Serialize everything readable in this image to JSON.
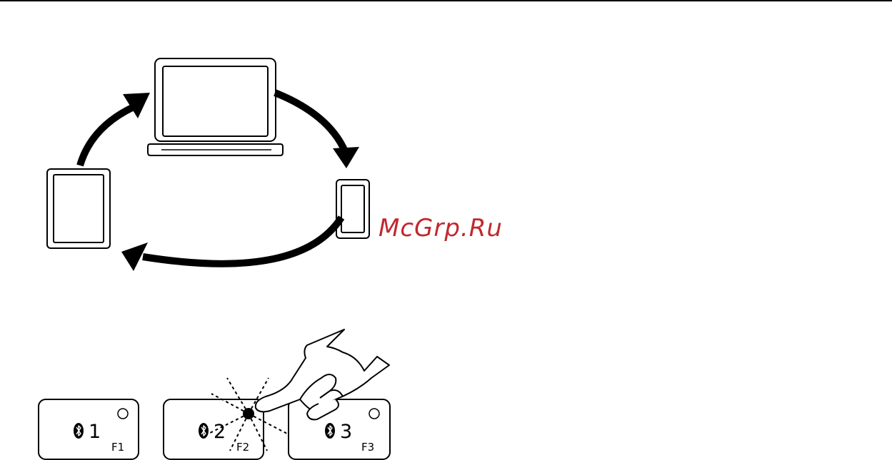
{
  "watermark": {
    "text": "McGrp.Ru",
    "color": "#c0282e"
  },
  "devices": [
    {
      "icon": "laptop-icon"
    },
    {
      "icon": "smartphone-icon"
    },
    {
      "icon": "tablet-icon"
    }
  ],
  "keys": [
    {
      "number": "1",
      "fn": "F1",
      "icon": "bluetooth-icon",
      "pressed": false
    },
    {
      "number": "2",
      "fn": "F2",
      "icon": "bluetooth-icon",
      "pressed": true
    },
    {
      "number": "3",
      "fn": "F3",
      "icon": "bluetooth-icon",
      "pressed": false
    }
  ]
}
